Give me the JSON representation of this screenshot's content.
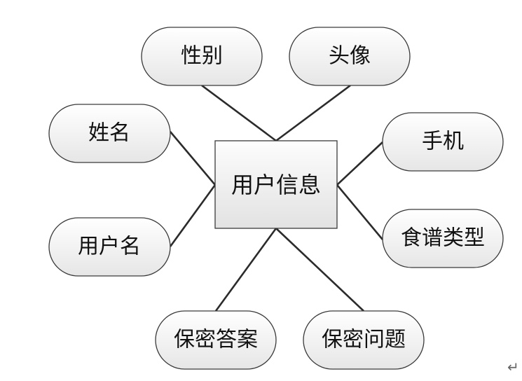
{
  "entity": {
    "label": "用户信息"
  },
  "attributes": [
    {
      "label": "性别"
    },
    {
      "label": "头像"
    },
    {
      "label": "姓名"
    },
    {
      "label": "手机"
    },
    {
      "label": "用户名"
    },
    {
      "label": "食谱类型"
    },
    {
      "label": "保密答案"
    },
    {
      "label": "保密问题"
    }
  ],
  "paragraph_mark": "↵"
}
